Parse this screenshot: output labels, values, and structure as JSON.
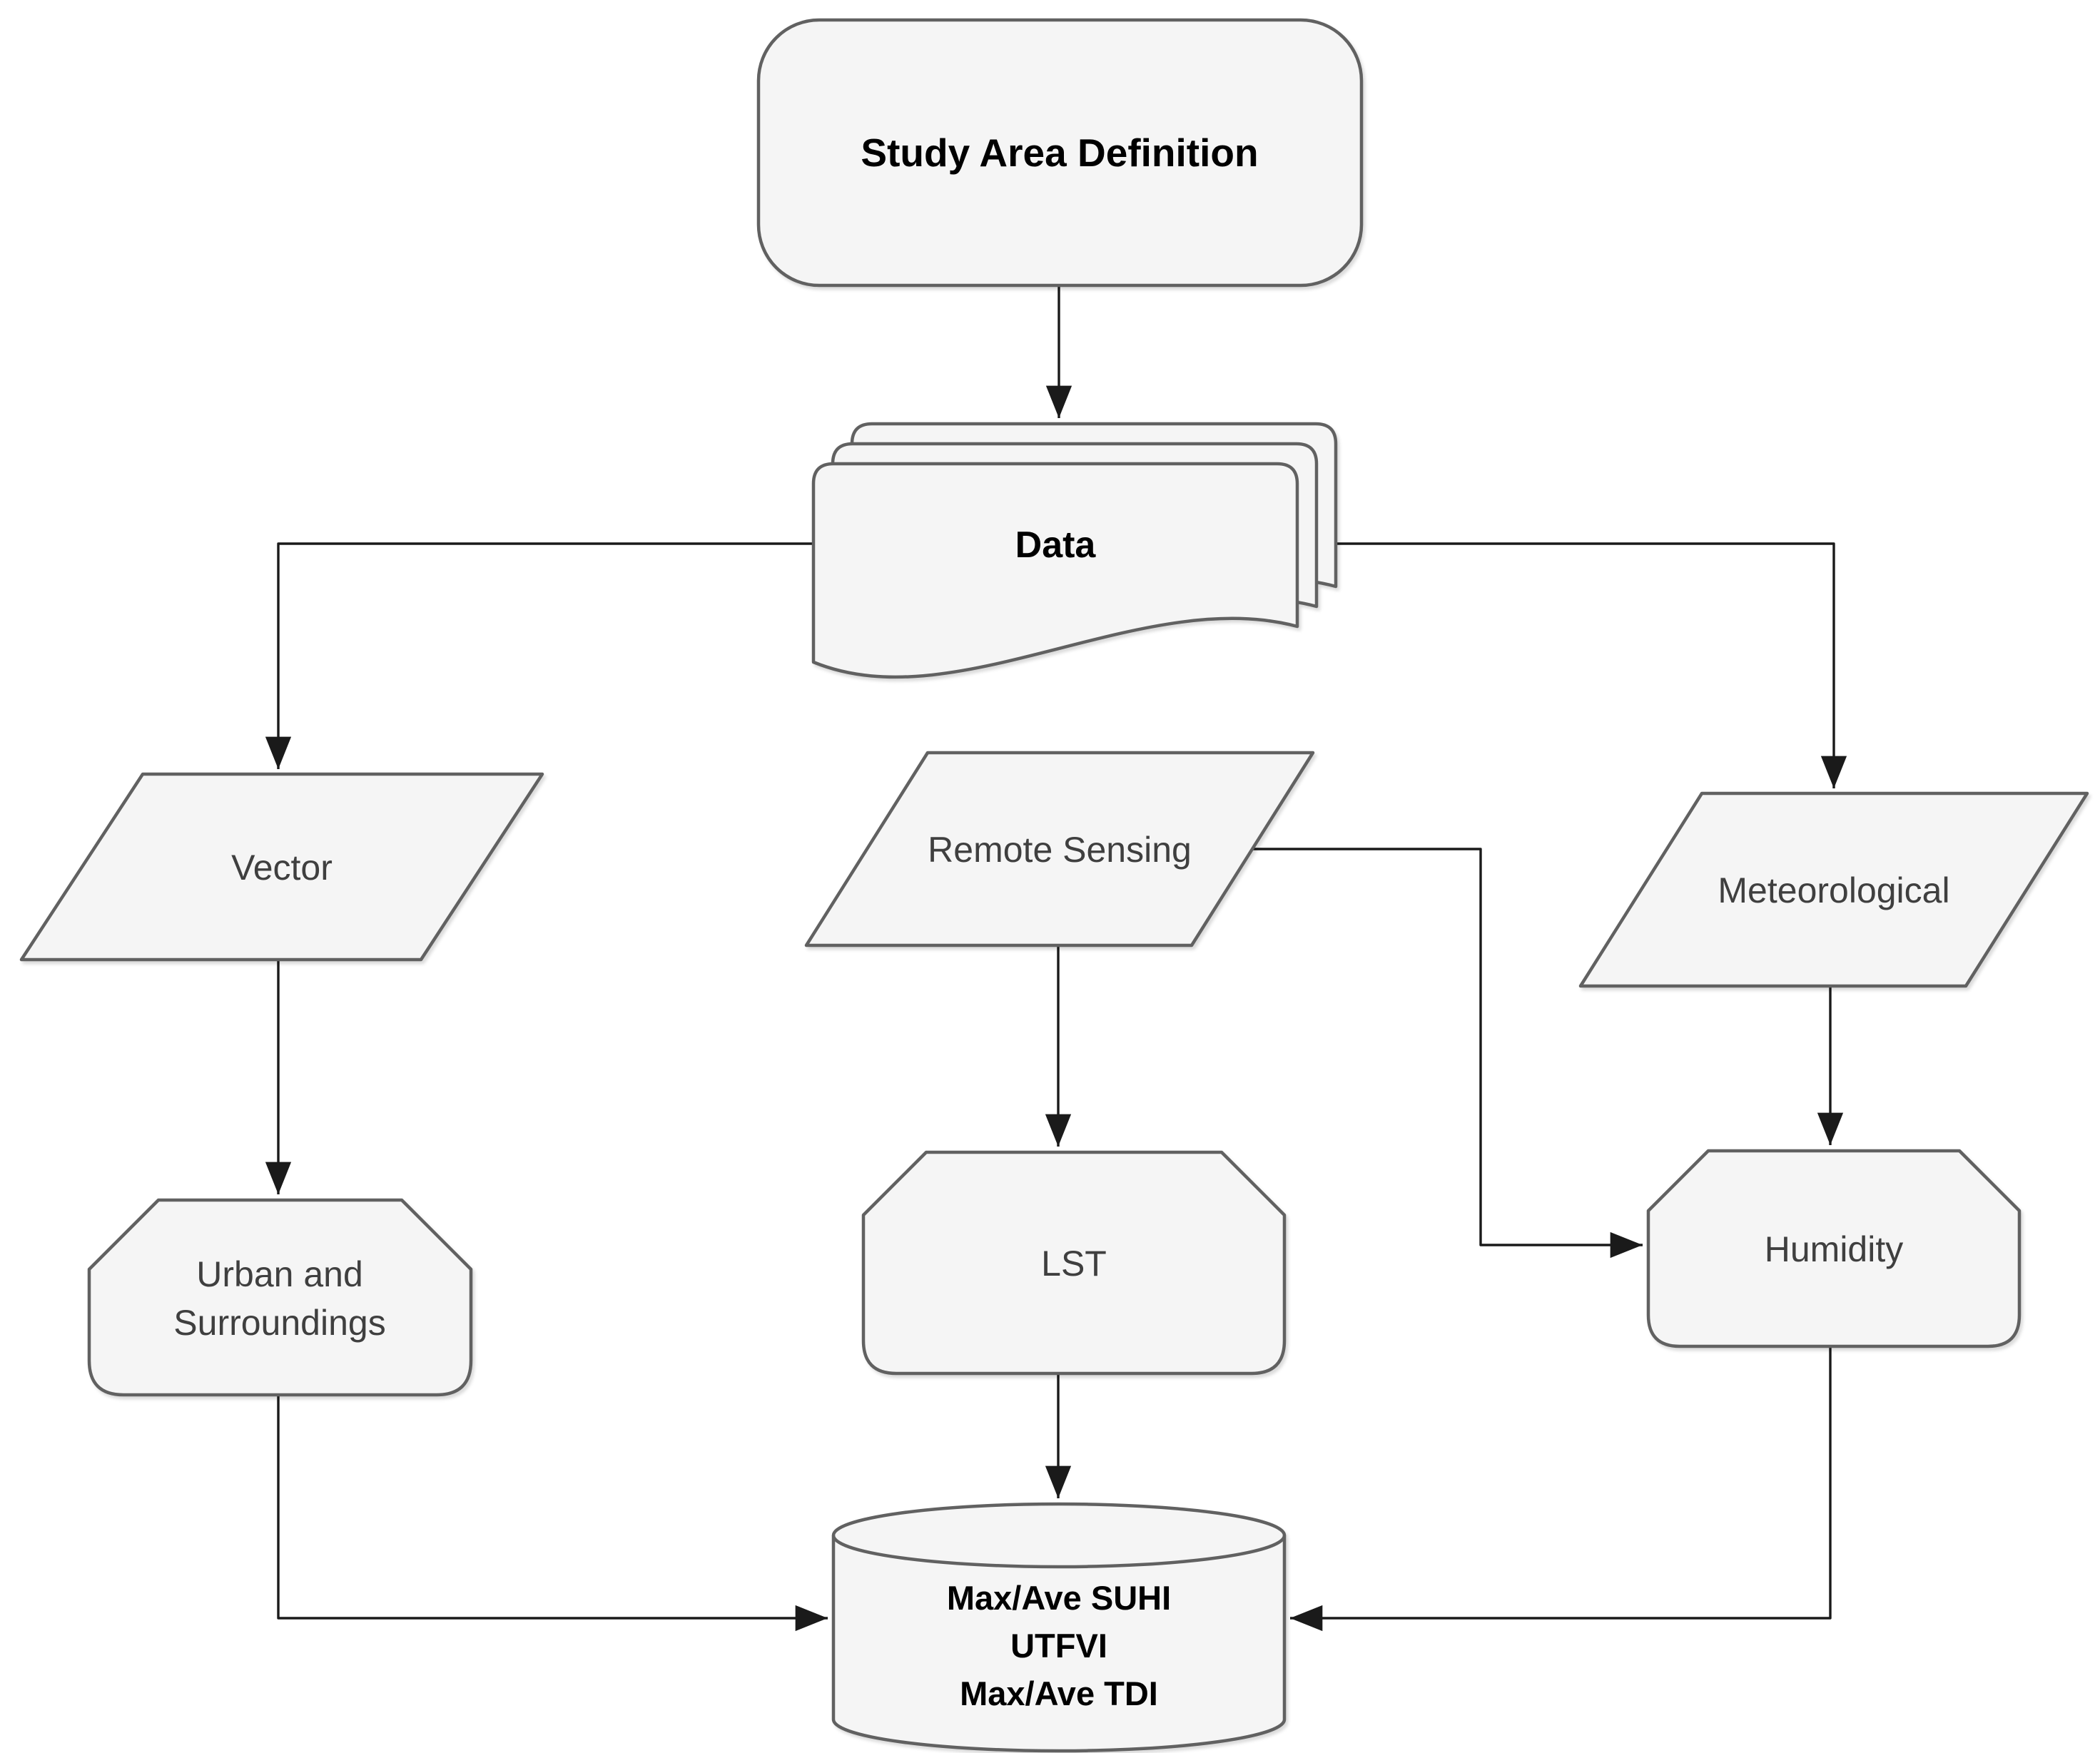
{
  "figure": {
    "type": "flowchart",
    "description": "Methodology workflow from study area definition to thermal index outputs"
  },
  "nodes": {
    "study_area": {
      "label": "Study Area Definition",
      "shape": "rounded-rectangle"
    },
    "data": {
      "label": "Data",
      "shape": "multi-document"
    },
    "vector": {
      "label": "Vector",
      "shape": "parallelogram"
    },
    "remote_sensing": {
      "label": "Remote Sensing",
      "shape": "parallelogram"
    },
    "meteorological": {
      "label": "Meteorological",
      "shape": "parallelogram"
    },
    "urban_surroundings": {
      "line1": "Urban and",
      "line2": "Surroundings",
      "shape": "chamfered-rectangle"
    },
    "lst": {
      "label": "LST",
      "shape": "chamfered-rectangle"
    },
    "humidity": {
      "label": "Humidity",
      "shape": "chamfered-rectangle"
    },
    "results_db": {
      "line1": "Max/Ave SUHI",
      "line2": "UTFVI",
      "line3": "Max/Ave TDI",
      "shape": "cylinder"
    }
  },
  "edges": [
    {
      "from": "study_area",
      "to": "data"
    },
    {
      "from": "data",
      "to": "vector"
    },
    {
      "from": "data",
      "to": "meteorological"
    },
    {
      "from": "remote_sensing",
      "to": "lst"
    },
    {
      "from": "remote_sensing",
      "to": "humidity"
    },
    {
      "from": "vector",
      "to": "urban_surroundings"
    },
    {
      "from": "meteorological",
      "to": "humidity"
    },
    {
      "from": "lst",
      "to": "results_db"
    },
    {
      "from": "urban_surroundings",
      "to": "results_db"
    },
    {
      "from": "humidity",
      "to": "results_db"
    }
  ],
  "colors": {
    "background": "#ffffff",
    "node_fill": "#f5f5f5",
    "node_stroke": "#616161",
    "edge_stroke": "#1a1a1a",
    "label_text": "#3f3f3f",
    "bold_text": "#000000"
  }
}
